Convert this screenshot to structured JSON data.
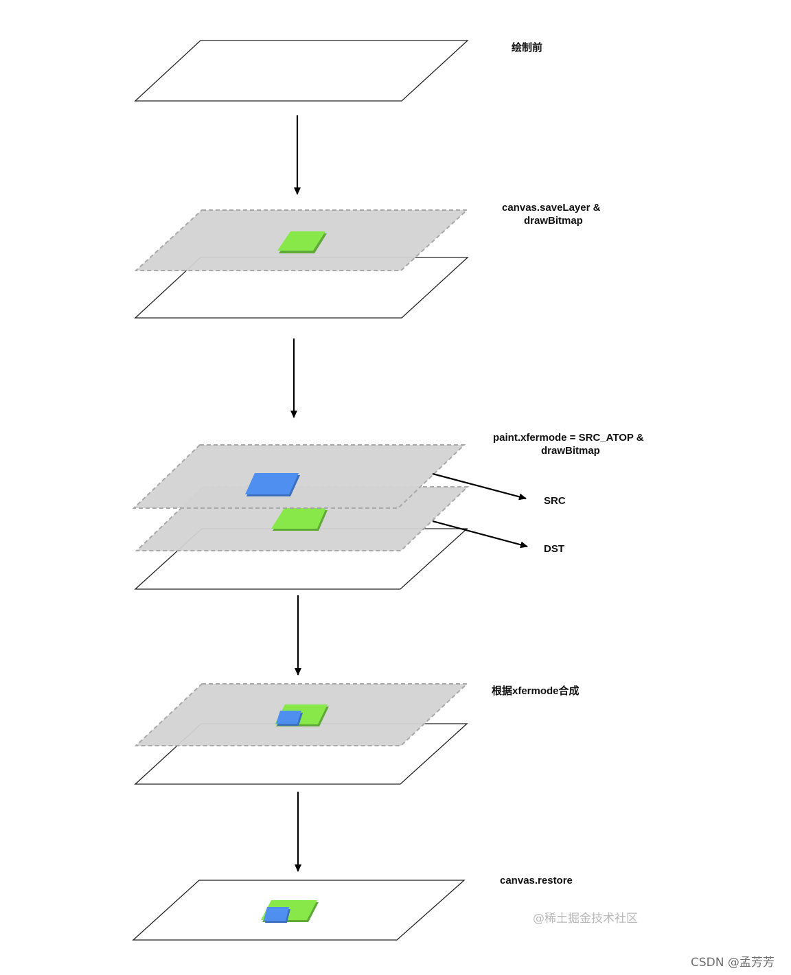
{
  "steps": {
    "before_draw": {
      "label": "绘制前"
    },
    "save_layer": {
      "label_line1": "canvas.saveLayer &",
      "label_line2": "drawBitmap"
    },
    "xfermode": {
      "label_line1": "paint.xfermode = SRC_ATOP &",
      "label_line2": "drawBitmap"
    },
    "composite": {
      "label": "根据xfermode合成"
    },
    "restore": {
      "label": "canvas.restore"
    }
  },
  "pointers": {
    "src": "SRC",
    "dst": "DST"
  },
  "watermark": "@稀土掘金技术社区",
  "footer": "CSDN @孟芳芳",
  "colors": {
    "green_bitmap": "#88e84a",
    "green_edge": "#5fa936",
    "blue_bitmap": "#4f8ff0",
    "blue_edge": "#3c6fc0",
    "layer_gray": "#d3d3d3",
    "dashed_border": "#a8a8a8",
    "plane_stroke": "#222222"
  }
}
